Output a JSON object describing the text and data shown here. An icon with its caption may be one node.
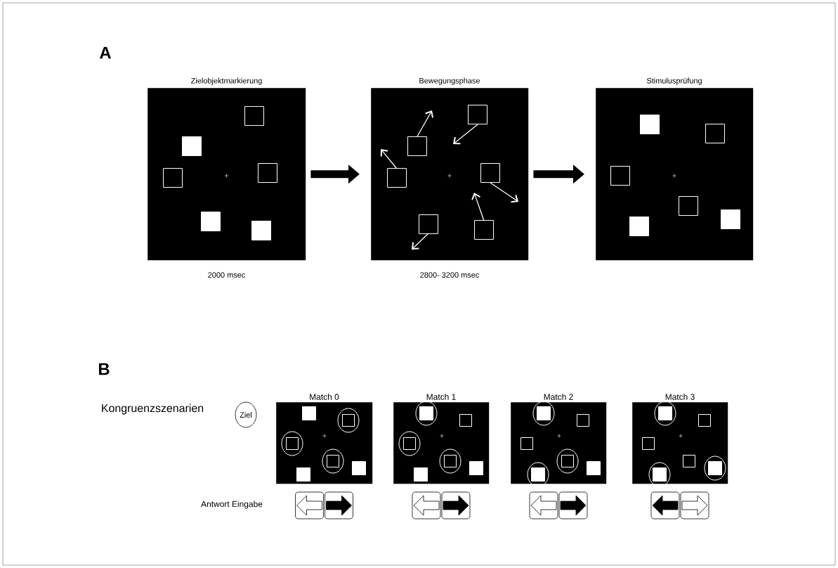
{
  "diagram": {
    "nodes": [
      {
        "text": [
          "Zielobjektmarkierung"
        ],
        "beside": [
          "2000 msec"
        ]
      },
      {
        "text": [
          "Bewegungsphase"
        ],
        "beside": [
          "2800- 3200 msec"
        ]
      },
      {
        "text": [
          "Stimulusprüfung"
        ]
      },
      {
        "text": [
          "Match 0"
        ]
      },
      {
        "text": [
          "Match 1"
        ]
      },
      {
        "text": [
          "Match 2"
        ]
      },
      {
        "text": [
          "Match 3"
        ]
      },
      {
        "text": [
          "Ziel"
        ]
      }
    ],
    "edges": [
      {
        "from": 0,
        "to": 1,
        "arrow": "to"
      },
      {
        "from": 1,
        "to": 2,
        "arrow": "to"
      }
    ],
    "labels": [
      "A",
      "B",
      "Kongruenzszenarien",
      "Antwort Eingabe"
    ]
  }
}
